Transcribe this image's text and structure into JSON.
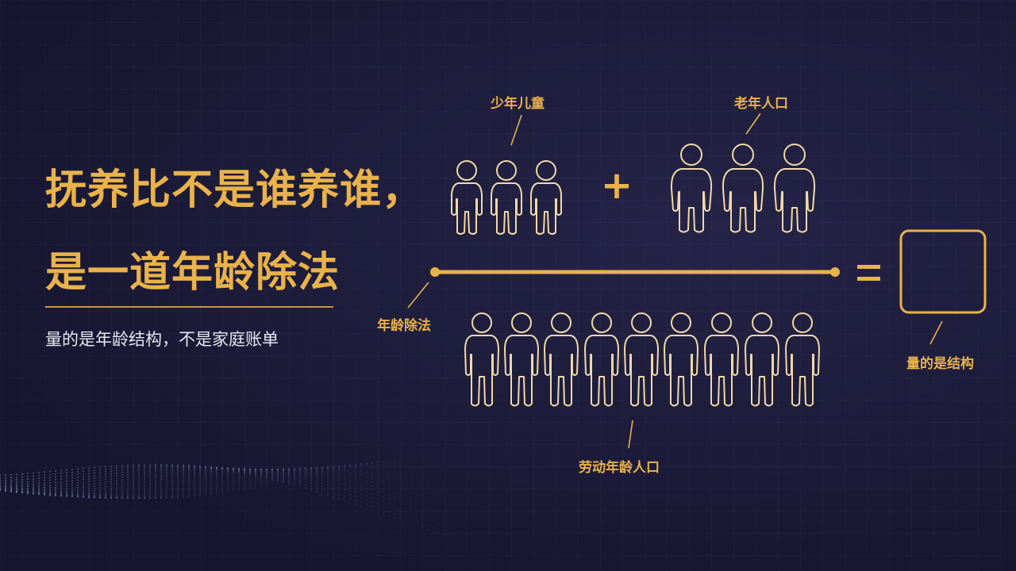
{
  "slide": {
    "title_line1": "抚养比不是谁养谁，",
    "title_line2": "是一道年龄除法",
    "subtitle": "量的是年龄结构，不是家庭账单"
  },
  "diagram": {
    "children_label": "少年儿童",
    "elderly_label": "老年人口",
    "working_label": "劳动年龄人口",
    "division_label": "年龄除法",
    "result_label": "量的是结构",
    "plus_symbol": "+",
    "equals_symbol": "=",
    "children_count": 3,
    "elderly_count": 3,
    "working_count": 9
  },
  "colors": {
    "accent": "#e9b24a",
    "outline": "#f0d9a8",
    "background": "#1d1c3a"
  }
}
